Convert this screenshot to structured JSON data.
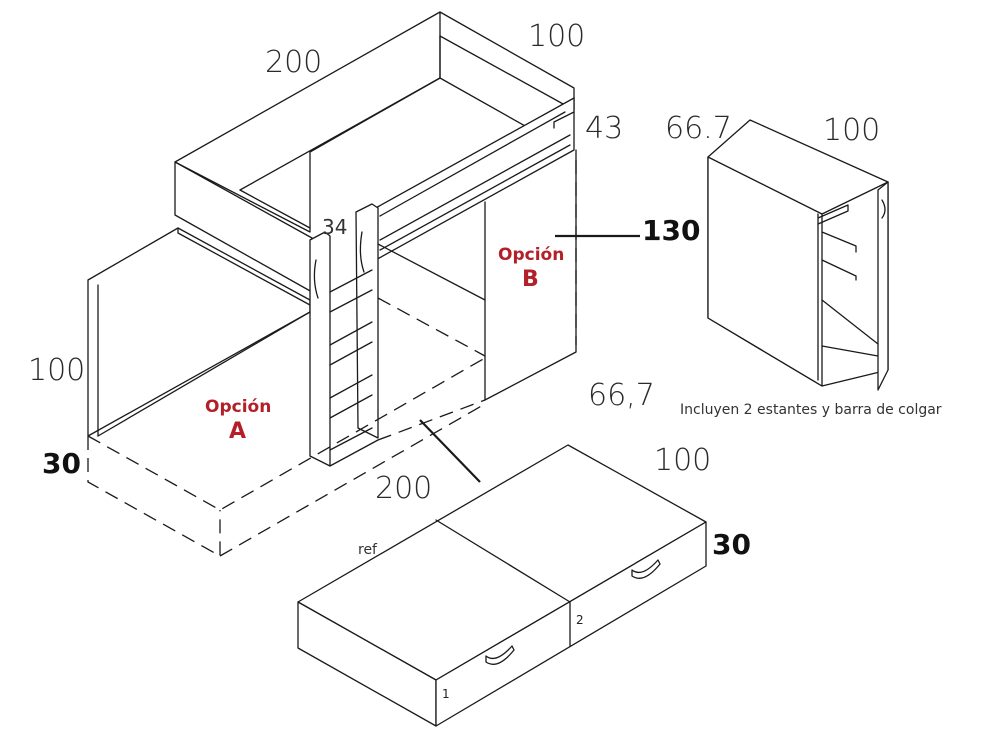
{
  "diagram": {
    "bed_dimensions": {
      "length": "200",
      "width": "100",
      "rail_height": "43",
      "ladder_gap": "34",
      "side_height": "100",
      "bottom_height_bold": "30",
      "bottom_length": "200",
      "option_b_height": "130",
      "option_b_depth": "66,7"
    },
    "options": {
      "a": {
        "label": "Opción",
        "letter": "A"
      },
      "b": {
        "label": "Opción",
        "letter": "B"
      }
    },
    "wardrobe": {
      "depth": "66.7",
      "width": "100",
      "note": "Incluyen 2 estantes y barra de colgar"
    },
    "trundle": {
      "ref_label": "ref",
      "width": "100",
      "height_bold": "30",
      "drawer_1": "1",
      "drawer_2": "2"
    },
    "colors": {
      "option_red": "#b3202a",
      "line": "#1a1a1a"
    }
  }
}
